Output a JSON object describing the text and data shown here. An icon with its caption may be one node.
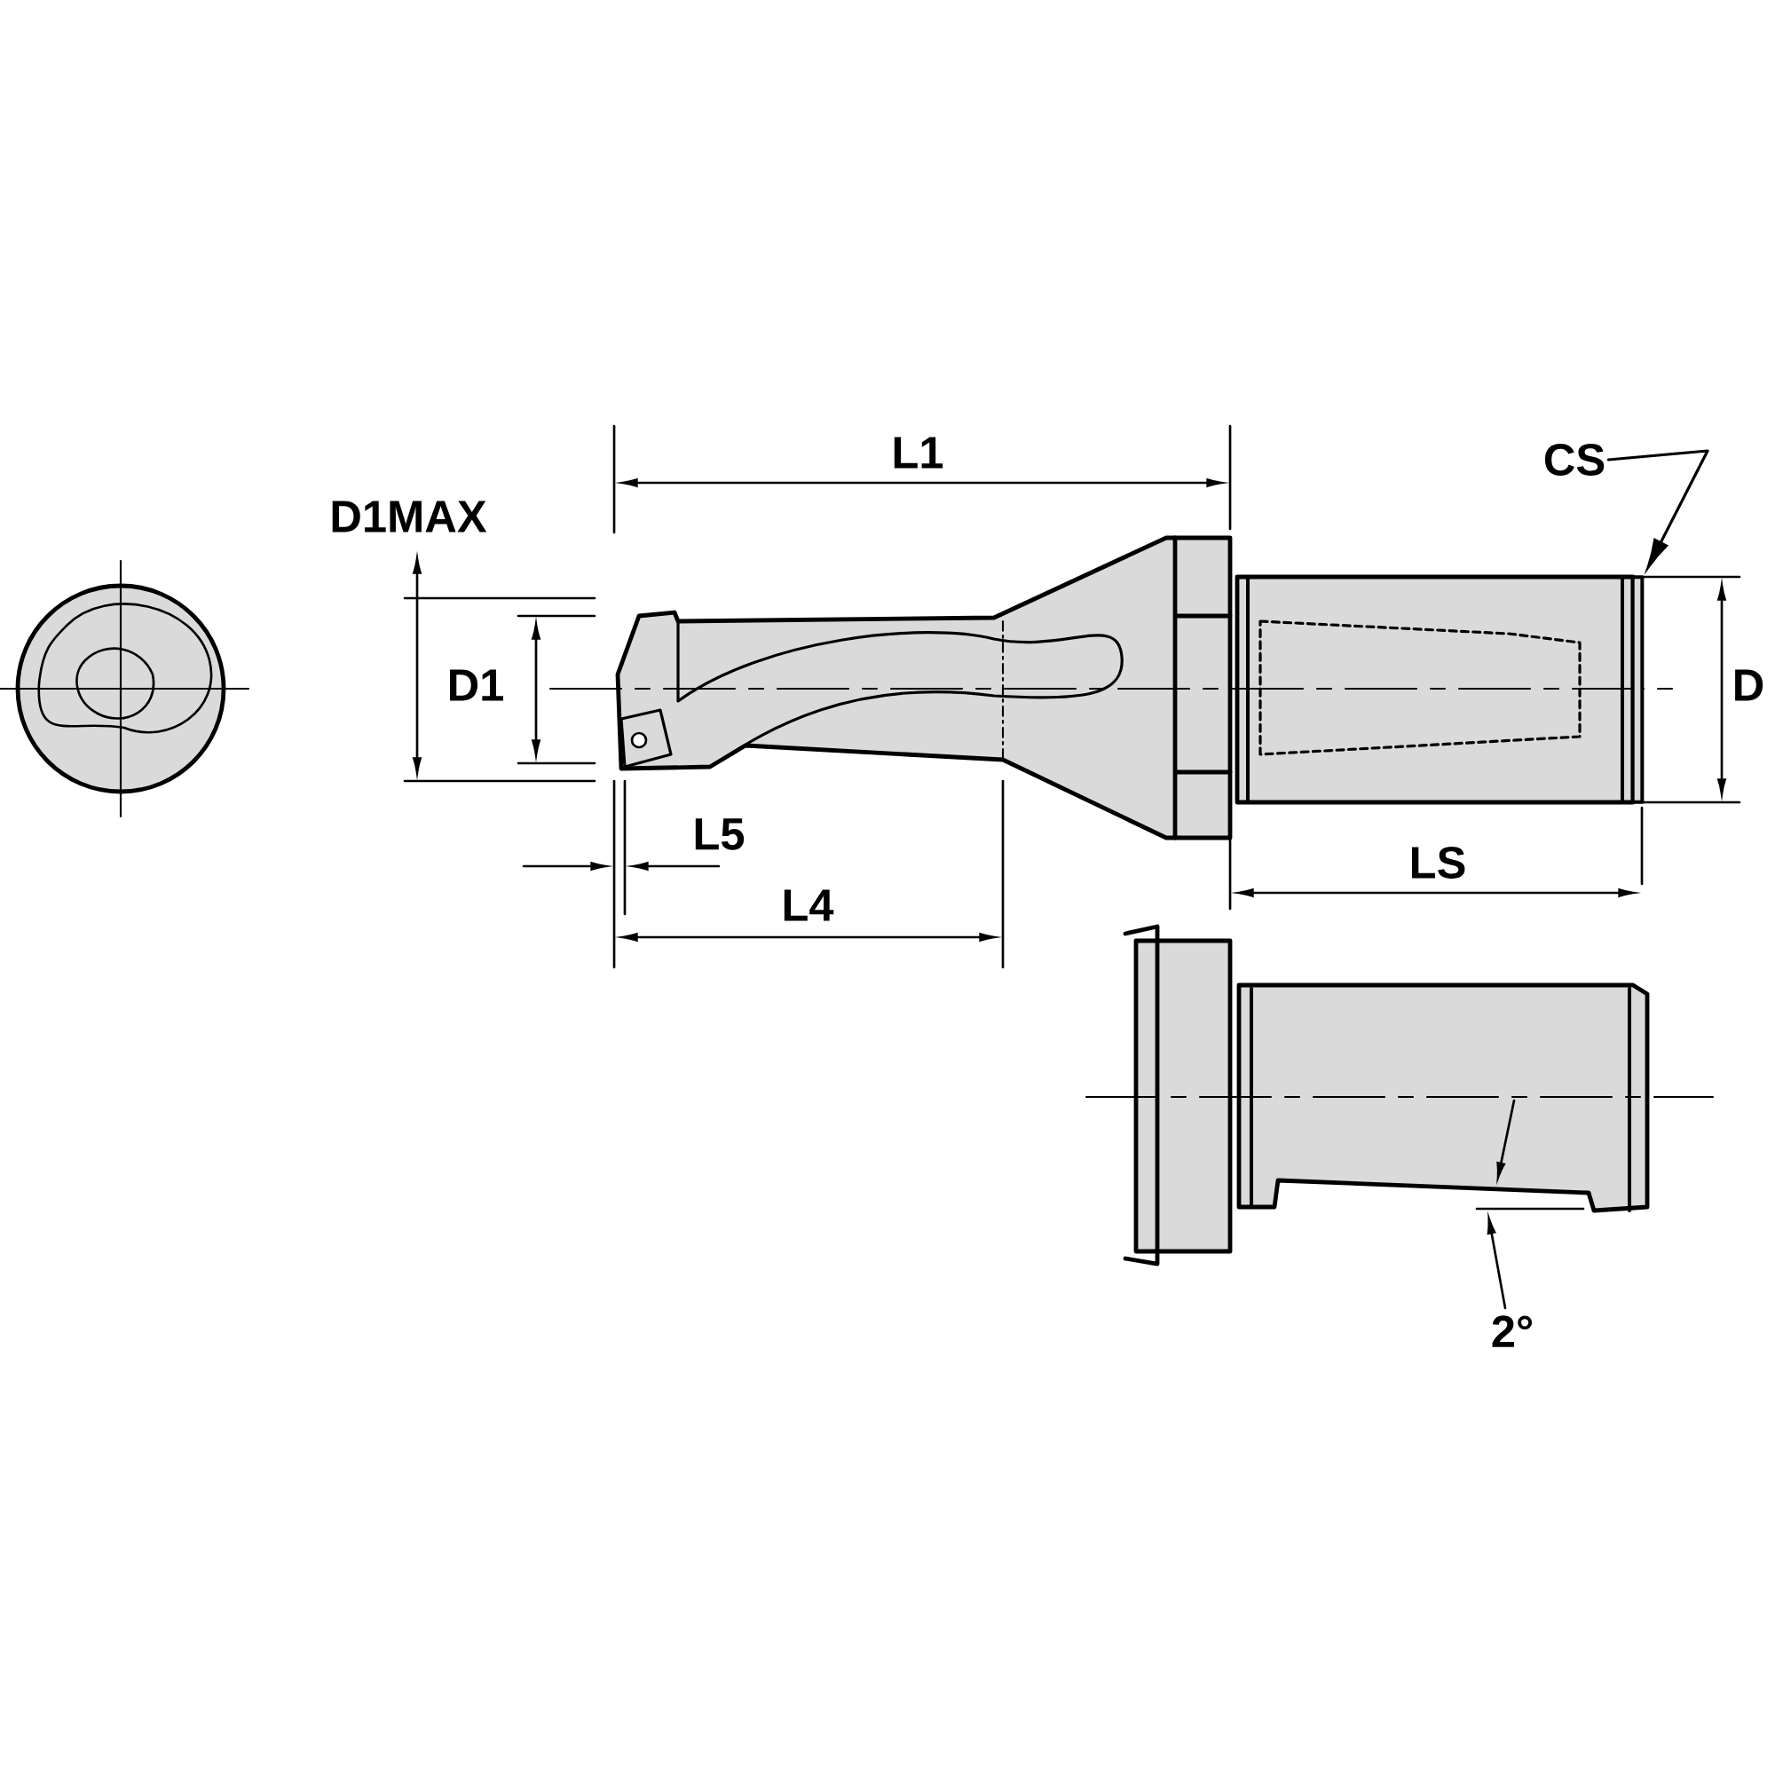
{
  "diagram": {
    "nodes": [
      {
        "text": [
          "CS"
        ]
      },
      {
        "text": [],
        "shape": "bar"
      }
    ],
    "edges": [
      {
        "from": 0,
        "to": 1,
        "arrow": "to"
      }
    ],
    "labels": [
      "L1",
      "D1MAX",
      "D1",
      "D",
      "L5",
      "LS",
      "L4",
      "2°"
    ]
  }
}
